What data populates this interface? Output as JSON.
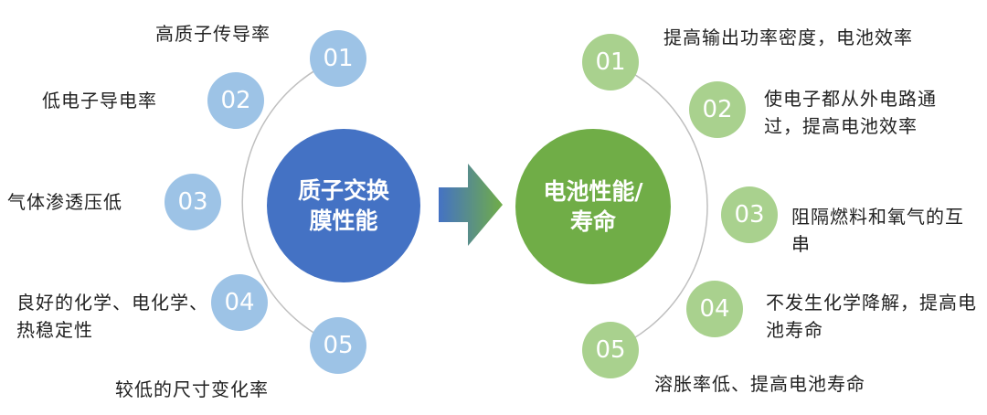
{
  "left": {
    "center_label": "质子交换膜性能",
    "items": [
      {
        "num": "01",
        "text": "高质子传导率"
      },
      {
        "num": "02",
        "text": "低电子导电率"
      },
      {
        "num": "03",
        "text": "气体渗透压低"
      },
      {
        "num": "04",
        "text": "良好的化学、电化学、热稳定性"
      },
      {
        "num": "05",
        "text": "较低的尺寸变化率"
      }
    ]
  },
  "right": {
    "center_label": "电池性能/寿命",
    "items": [
      {
        "num": "01",
        "text": "提高输出功率密度，电池效率"
      },
      {
        "num": "02",
        "text": "使电子都从外电路通过，提高电池效率"
      },
      {
        "num": "03",
        "text": "阻隔燃料和氧气的互串"
      },
      {
        "num": "04",
        "text": "不发生化学降解，提高电池寿命"
      },
      {
        "num": "05",
        "text": "溶胀率低、提高电池寿命"
      }
    ]
  },
  "colors": {
    "left_hub": "#4472c4",
    "right_hub": "#70ad47",
    "left_badge": "#9dc3e6",
    "right_badge": "#a9d18e",
    "arrow_start": "#4472c4",
    "arrow_end": "#70ad47"
  }
}
